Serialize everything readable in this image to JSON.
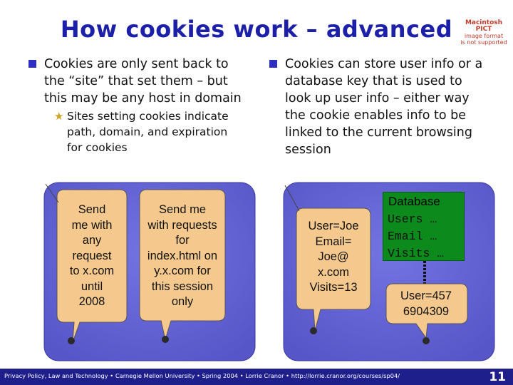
{
  "slide": {
    "title": "How cookies work – advanced",
    "image_placeholder": {
      "title": "Macintosh PICT",
      "line1": "image format",
      "line2": "is not supported"
    },
    "left_bullet": "Cookies are only sent back to\nthe “site” that set them – but\nthis may be any host in domain",
    "left_subbullet": "Sites setting cookies indicate\npath, domain, and expiration\nfor cookies",
    "right_bullet": "Cookies can store user info or a\ndatabase key that is used to\nlook up user info – either way\nthe cookie enables info to be\nlinked to the current browsing\nsession"
  },
  "diagram": {
    "bubble1": "Send\nme with\nany\nrequest\nto x.com\nuntil\n2008",
    "bubble2": "Send me\nwith requests\nfor\nindex.html on\ny.x.com for\nthis session\nonly",
    "bubble3": "User=Joe\nEmail=\nJoe@\nx.com\nVisits=13",
    "database": {
      "title": "Database",
      "rows": "Users …\nEmail …\nVisits …"
    },
    "bubble4": "User=457\n6904309",
    "colors": {
      "panel": "#6b6bd6",
      "bubble": "#f5c98d",
      "database": "#0c8a1c"
    }
  },
  "footer": {
    "text": "Privacy Policy, Law and Technology • Carnegie Mellon University • Spring 2004 • Lorrie Cranor • http://lorrie.cranor.org/courses/sp04/",
    "page_number": "11"
  }
}
